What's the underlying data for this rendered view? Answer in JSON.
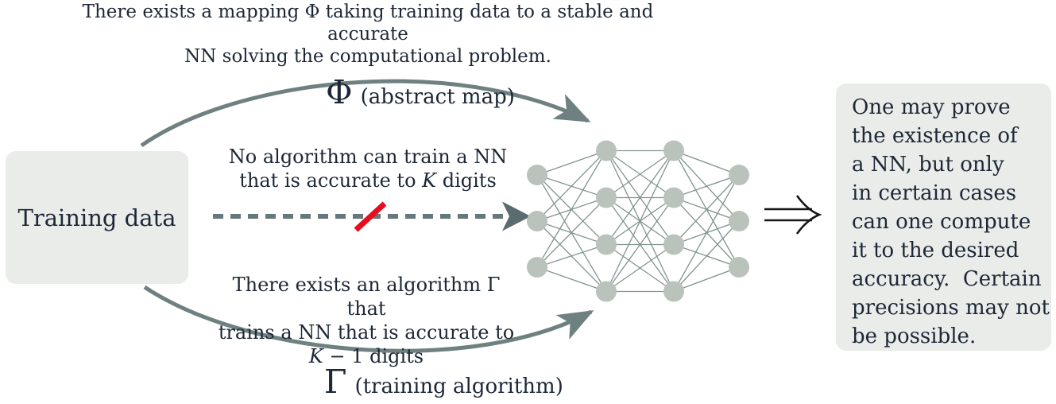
{
  "caption": {
    "line1": "There exists a mapping Φ taking training data to a stable and accurate",
    "line2": "NN solving the computational problem."
  },
  "left_box": {
    "label": "Training data"
  },
  "phi_label": {
    "symbol": "Φ",
    "annotation": "(abstract map)"
  },
  "mid_label": {
    "line1": "No algorithm can train a NN",
    "line2_pre": "that is accurate to ",
    "line2_math": "K",
    "line2_post": " digits"
  },
  "bottom_label": {
    "line1": "There exists an algorithm Γ that",
    "line2": "trains a NN that is accurate to",
    "line3_math": "K",
    "line3_post": " − 1 digits"
  },
  "gamma_label": {
    "symbol": "Γ",
    "annotation": "(training algorithm)"
  },
  "right_box": {
    "lines": [
      "One may prove",
      "the existence of",
      "a NN, but only",
      "in certain cases",
      "can one compute",
      "it to the desired",
      "accuracy.  Certain",
      "precisions may not",
      "be possible."
    ]
  },
  "network": {
    "layers": [
      3,
      4,
      4,
      3
    ]
  },
  "colors": {
    "box_fill": "#e9ece9",
    "arrow_gray": "#6f8080",
    "dashed_gray": "#66787a",
    "node_fill": "#b9c3bb",
    "edge_line": "#82948f",
    "slash_red": "#e60d1c",
    "text": "#1d2736",
    "implies_black": "#161616"
  }
}
